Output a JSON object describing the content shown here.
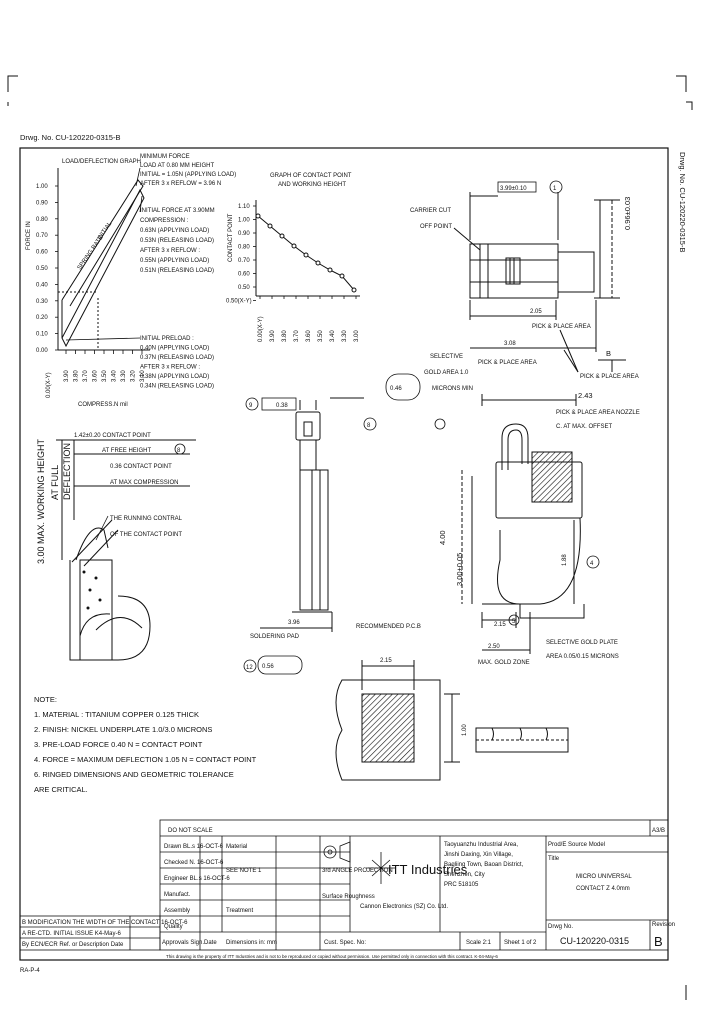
{
  "drawing_number_label": "Drwg. No. CU-120220-0315-B",
  "side_title": "Drwg. No. CU-120220-0315-B",
  "load_graph": {
    "title": "LOAD/DEFLECTION GRAPH",
    "y_axis_label": "FORCE IN",
    "y_ticks": [
      "1.00",
      "0.90",
      "0.80",
      "0.70",
      "0.60",
      "0.50",
      "0.40",
      "0.30",
      "0.20",
      "0.10",
      "0.00"
    ],
    "x_ticks": [
      "3.90",
      "3.80",
      "3.70",
      "3.60",
      "3.50",
      "3.40",
      "3.30",
      "3.20",
      "3.10"
    ],
    "x_axis_label": "COMPRESS.N mil",
    "origin_label": "0.00(X-Y)",
    "line_labels": [
      "SPRING RATE",
      "INITIAL"
    ],
    "note_top": [
      "MINIMUM FORCE",
      "LOAD AT 0.80 MM HEIGHT",
      "INITIAL = 1.05N (APPLYING LOAD)",
      "AFTER 3 x REFLOW = 3.96 N"
    ],
    "note_mid": [
      "INITIAL FORCE AT 3.90MM",
      "COMPRESSION :",
      "0.63N (APPLYING LOAD)",
      "0.53N (RELEASING LOAD)",
      "AFTER 3 x REFLOW :",
      "0.55N (APPLYING LOAD)",
      "0.51N (RELEASING LOAD)"
    ],
    "note_bot": [
      "INITIAL PRELOAD :",
      "0.40N (APPLYING LOAD)",
      "0.37N (RELEASING LOAD)",
      "AFTER 3 x REFLOW :",
      "0.38N (APPLYING LOAD)",
      "0.34N (RELEASING LOAD)"
    ]
  },
  "contact_graph": {
    "title": [
      "GRAPH OF CONTACT POINT",
      "AND WORKING HEIGHT"
    ],
    "y_axis_label": "CONTACT POINT",
    "y_ticks": [
      "1.10",
      "1.00",
      "0.90",
      "0.80",
      "0.70",
      "0.60",
      "0.50",
      "0.50(X-Y)"
    ],
    "x_ticks": [
      "0.00(X-Y)",
      "3.90",
      "3.80",
      "3.70",
      "3.60",
      "3.50",
      "3.40",
      "3.30",
      "3.00"
    ]
  },
  "top_view": {
    "dim_length": "3.99±0.10",
    "dim_width": "0.96±0.03",
    "note_carrier": [
      "CARRIER CUT",
      "OFF POINT"
    ],
    "dim_205": "2.05",
    "pick_place_1": "PICK & PLACE AREA",
    "dim_308": "3.08",
    "pick_place_2": "PICK & PLACE AREA",
    "selective_gold": [
      "SELECTIVE",
      "GOLD AREA 1.0",
      "MICRONS MIN"
    ],
    "pick_place_3": "PICK & PLACE AREA",
    "ref_B": "B"
  },
  "side_view": {
    "dim_243": "2.43",
    "nozzle_note": [
      "PICK & PLACE AREA NOZZLE",
      "C. AT MAX. OFFSET"
    ],
    "dim_400": "4.00",
    "dim_300": "3.00±0.05",
    "dim_188": "1.88",
    "dim_250": "2.50",
    "max_gold": "MAX. GOLD ZONE",
    "dim_215b": "2.15",
    "selective_plate": [
      "SELECTIVE GOLD PLATE",
      "AREA 0.05/0.15 MICRONS"
    ]
  },
  "front_view": {
    "dim_038": "0.38",
    "dim_046": "0.46",
    "dim_396": "3.96",
    "soldering_pad": "SOLDERING PAD",
    "dim_056": "0.56",
    "recommended_pcb": "RECOMMENDED P.C.B",
    "dim_215": "2.15",
    "dim_100": "1.00"
  },
  "height_view": {
    "working_height": [
      "3.00 MAX. WORKING HEIGHT",
      "AT FULL",
      "DEFLECTION"
    ],
    "dim_142": "1.42±0.20 CONTACT POINT",
    "free_height": "AT FREE HEIGHT",
    "dim_036": "0.36 CONTACT POINT",
    "max_compression": "AT MAX COMPRESSION",
    "running_contral": [
      "THE RUNNING CONTRAL",
      "OF THE CONTACT POINT"
    ]
  },
  "notes": [
    "NOTE:",
    "1. MATERIAL : TITANIUM COPPER 0.125 THICK",
    "2. FINISH: NICKEL UNDERPLATE 1.0/3.0 MICRONS",
    "3. PRE-LOAD FORCE 0.40 N = CONTACT POINT",
    "4. FORCE = MAXIMUM DEFLECTION 1.05 N = CONTACT POINT",
    "6. RINGED DIMENSIONS AND GEOMETRIC TOLERANCE",
    "   ARE CRITICAL."
  ],
  "title_block": {
    "do_not_scale": "DO NOT SCALE",
    "size": "A3/B",
    "drawn": "Drawn  BL.s  16-OCT-6",
    "checked": "Checked  N.  16-OCT-6",
    "engineer": "Engineer  BL.s  16-OCT-6",
    "material": "Material",
    "see_note": "SEE NOTE 1",
    "third_angle": "3rd ANGLE PROJECTION",
    "surface": "Surface Roughness",
    "manufact": "Manufact.",
    "assembly": "Assembly",
    "quality": "Quality",
    "treatment": "Treatment",
    "approvals": "Approvals Sign.",
    "date": "Date",
    "dimensions": "Dimensions in: mm",
    "cust_spec": "Cust. Spec. No:",
    "scale": "Scale 2:1",
    "sheet": "Sheet 1 of 2",
    "company_name": "ITT Industries",
    "company_sub": "Cannon Electronics (SZ) Co. Ltd.",
    "address": [
      "Taoyuanzhu Industrial Area,",
      "Jinshi Daxing, Xin Village,",
      "Bagliing Town, Baoan District,",
      "Shenzhen, City",
      "PRC 518105"
    ],
    "product": "Prod/E Source Model",
    "title_label": "Title",
    "title_value": [
      "MICRO UNIVERSAL",
      "CONTACT Z 4.0mm"
    ],
    "drwg_label": "Drwg No.",
    "drwg_value": "CU-120220-0315",
    "rev_label": "Revision",
    "rev_value": "B",
    "revisions": [
      "B  MODIFICATION THE WIDTH OF THE CONTACT  16-OCT-6",
      "A  RE-CTD. INITIAL ISSUE  K4-May-6",
      "By  ECN/ECR Ref. or Description  Date"
    ],
    "footer": "This drawing is the property of ITT Industries and is not to be reproduced or copied without permission. Use permitted only in connection with this contract.  K-04-May-6"
  }
}
